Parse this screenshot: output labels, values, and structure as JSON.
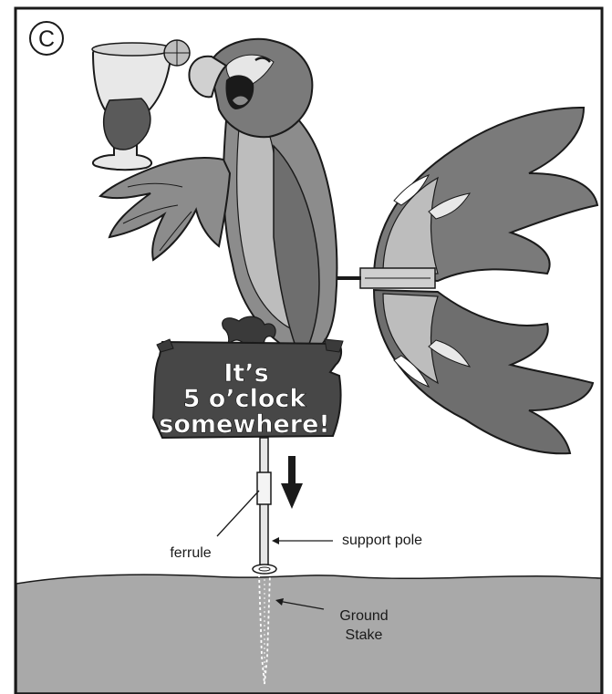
{
  "step_label": "C",
  "sign": {
    "line1": "It’s",
    "line2": "5 o’clock",
    "line3": "somewhere!"
  },
  "labels": {
    "ferrule": "ferrule",
    "support_pole": "support pole",
    "ground_stake_1": "Ground",
    "ground_stake_2": "Stake"
  },
  "colors": {
    "frame": "#1a1a1a",
    "ground": "#a9a9a9",
    "parrot_dark": "#6e6e6e",
    "parrot_mid": "#8c8c8c",
    "parrot_light": "#bdbdbd",
    "sign_wood": "#474747"
  }
}
